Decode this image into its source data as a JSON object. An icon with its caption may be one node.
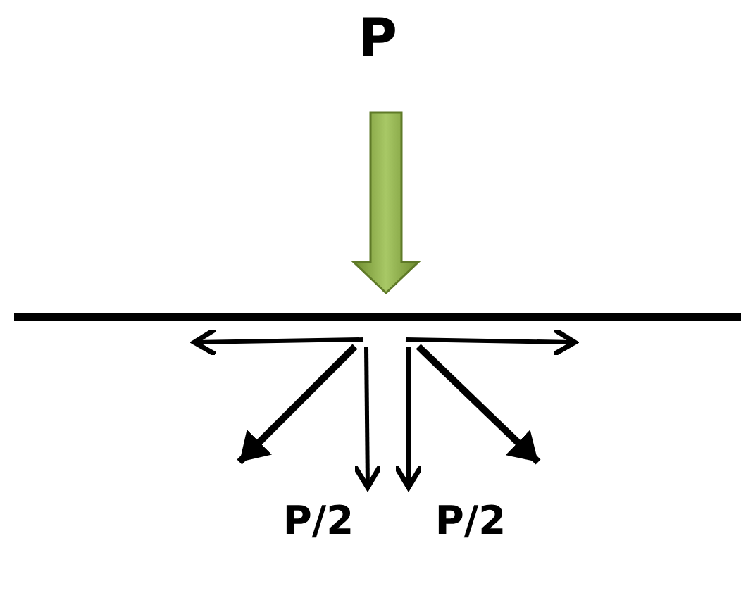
{
  "diagram": {
    "labels": [
      "P",
      "P/2",
      "P/2"
    ]
  }
}
